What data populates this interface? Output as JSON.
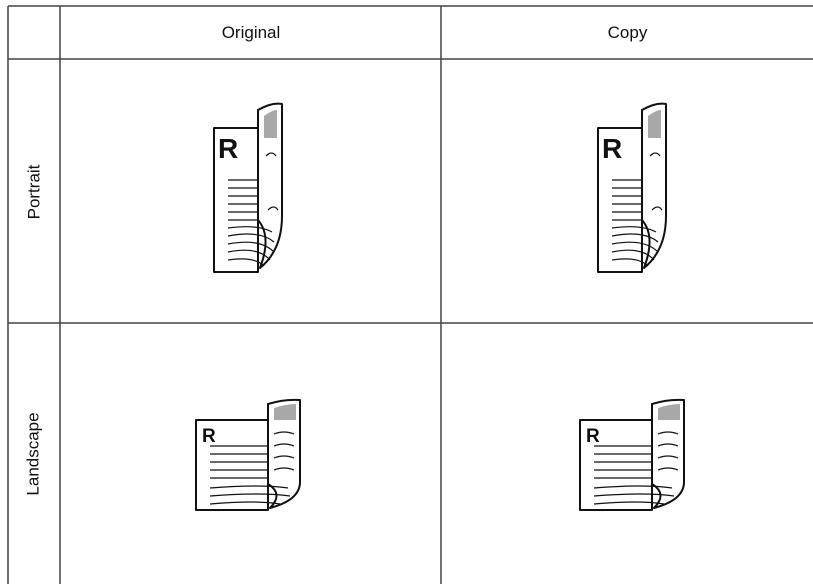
{
  "columns": [
    "Original",
    "Copy"
  ],
  "rows": [
    "Portrait",
    "Landscape"
  ],
  "page_letter": "R",
  "colors": {
    "line": "#111111",
    "grid": "#444444",
    "fold_shade": "#a8a8a8",
    "background": "#ffffff"
  },
  "icons": {
    "portrait": "portrait-open-booklet-icon",
    "landscape": "landscape-open-booklet-icon"
  }
}
